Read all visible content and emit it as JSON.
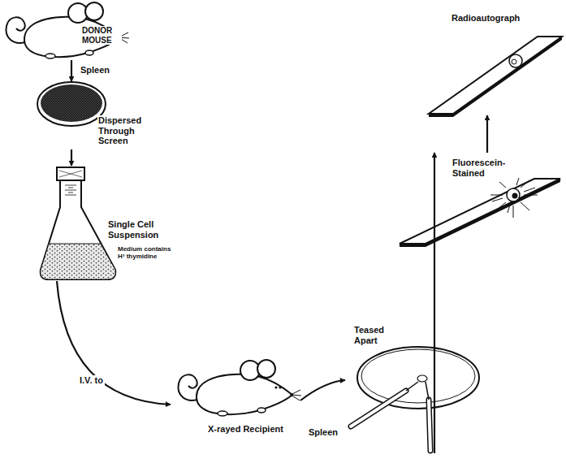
{
  "diagram": {
    "nodes": [
      {
        "text": [
          "DONOR MOUSE"
        ]
      },
      {
        "text": [
          "Dispersed Through Screen"
        ]
      },
      {
        "text": [
          "Single Cell Suspension",
          "Medium contains H³ thymidine"
        ]
      },
      {
        "text": [
          "X-rayed Recipient"
        ]
      },
      {
        "text": [
          "Teased Apart"
        ]
      },
      {
        "text": [
          "Fluorescein-Stained"
        ]
      },
      {
        "text": [
          "Radioautograph"
        ]
      }
    ],
    "edges": [
      {
        "from": 0,
        "to": 1,
        "label": "Spleen",
        "arrow": "to"
      },
      {
        "from": 1,
        "to": 2,
        "arrow": "to"
      },
      {
        "from": 2,
        "to": 3,
        "label": "I.V. to",
        "arrow": "to"
      },
      {
        "from": 3,
        "to": 4,
        "label": "Spleen",
        "arrow": "to"
      },
      {
        "from": 4,
        "to": 5,
        "arrow": "to"
      },
      {
        "from": 5,
        "to": 6,
        "arrow": "to"
      }
    ]
  }
}
